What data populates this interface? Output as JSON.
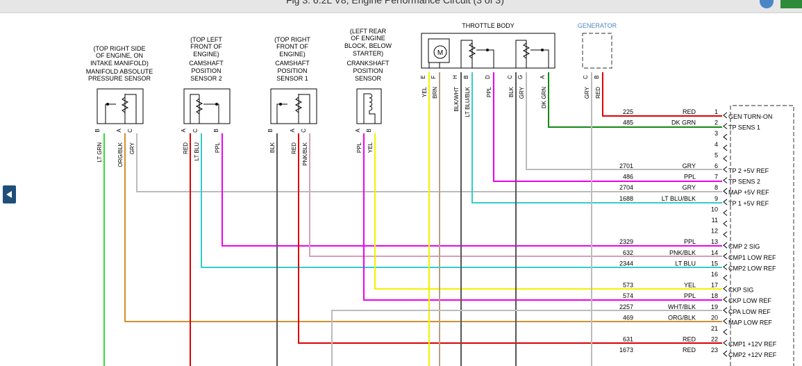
{
  "header": {
    "title": "Fig 3: 6.2L V8, Engine Performance Circuit (3 of 3)"
  },
  "colors": {
    "lt_grn": "#33dd33",
    "org_blk": "#d2902e",
    "gry": "#bbbbbb",
    "red": "#dd0000",
    "lt_blu": "#33cccc",
    "ppl": "#ee00ee",
    "blk": "#555555",
    "pnk_blk": "#d4a0b4",
    "yel": "#f2f200",
    "brn": "#b7a07e",
    "dk_grn": "#118811",
    "wht_blk": "#bbbbbb"
  },
  "components": {
    "map": {
      "label": [
        "(TOP RIGHT SIDE",
        "OF ENGINE, ON",
        "INTAKE MANIFOLD)",
        "MANIFOLD ABSOLUTE",
        "PRESSURE SENSOR"
      ],
      "pins": [
        "B",
        "A",
        "C"
      ],
      "wires": [
        "LT GRN",
        "ORG/BLK",
        "GRY"
      ]
    },
    "cmp2": {
      "label": [
        "(TOP LEFT",
        "FRONT OF",
        "ENGINE)",
        "CAMSHAFT",
        "POSITION",
        "SENSOR 2"
      ],
      "pins": [
        "A",
        "C",
        "B"
      ],
      "wires": [
        "RED",
        "LT BLU",
        "PPL"
      ]
    },
    "cmp1": {
      "label": [
        "(TOP RIGHT",
        "FRONT OF",
        "ENGINE)",
        "CAMSHAFT",
        "POSITION",
        "SENSOR 1"
      ],
      "pins": [
        "B",
        "A",
        "C"
      ],
      "wires": [
        "BLK",
        "RED",
        "PNK/BLK"
      ]
    },
    "ckp": {
      "label": [
        "(LEFT REAR",
        "OF ENGINE",
        "BLOCK, BELOW",
        "STARTER)",
        "CRANKSHAFT",
        "POSITION",
        "SENSOR"
      ],
      "pins": [
        "A",
        "B"
      ],
      "wires": [
        "PPL",
        "YEL"
      ]
    },
    "throttle": {
      "label": "THROTTLE BODY",
      "pins": [
        "E",
        "F",
        "H",
        "B",
        "D",
        "C",
        "G",
        "A"
      ],
      "wires": [
        "YEL",
        "BRN",
        "BLK/WHT",
        "LT BLU/BLK",
        "PPL",
        "BLK",
        "GRY",
        "DK GRN"
      ],
      "motor": "M"
    },
    "generator": {
      "label": "GENERATOR",
      "pins": [
        "C",
        "B"
      ],
      "wires": [
        "GRY",
        "RED"
      ]
    }
  },
  "connector": {
    "pins": [
      {
        "n": "1",
        "circuit": "225",
        "color": "RED",
        "func": "GEN TURN-ON"
      },
      {
        "n": "2",
        "circuit": "485",
        "color": "DK GRN",
        "func": "TP SENS 1"
      },
      {
        "n": "3",
        "circuit": "",
        "color": "",
        "func": ""
      },
      {
        "n": "4",
        "circuit": "",
        "color": "",
        "func": ""
      },
      {
        "n": "5",
        "circuit": "",
        "color": "",
        "func": ""
      },
      {
        "n": "6",
        "circuit": "2701",
        "color": "GRY",
        "func": "TP 2 +5V REF"
      },
      {
        "n": "7",
        "circuit": "486",
        "color": "PPL",
        "func": "TP SENS 2"
      },
      {
        "n": "8",
        "circuit": "2704",
        "color": "GRY",
        "func": "MAP +5V REF"
      },
      {
        "n": "9",
        "circuit": "1688",
        "color": "LT BLU/BLK",
        "func": "TP 1 +5V REF"
      },
      {
        "n": "10",
        "circuit": "",
        "color": "",
        "func": ""
      },
      {
        "n": "11",
        "circuit": "",
        "color": "",
        "func": ""
      },
      {
        "n": "12",
        "circuit": "",
        "color": "",
        "func": ""
      },
      {
        "n": "13",
        "circuit": "2329",
        "color": "PPL",
        "func": "CMP 2 SIG"
      },
      {
        "n": "14",
        "circuit": "632",
        "color": "PNK/BLK",
        "func": "CMP1 LOW REF"
      },
      {
        "n": "15",
        "circuit": "2344",
        "color": "LT BLU",
        "func": "CMP2 LOW REF"
      },
      {
        "n": "16",
        "circuit": "",
        "color": "",
        "func": ""
      },
      {
        "n": "17",
        "circuit": "573",
        "color": "YEL",
        "func": "CKP SIG"
      },
      {
        "n": "18",
        "circuit": "574",
        "color": "PPL",
        "func": "CKP LOW REF"
      },
      {
        "n": "19",
        "circuit": "2257",
        "color": "WHT/BLK",
        "func": "CPA LOW REF"
      },
      {
        "n": "20",
        "circuit": "469",
        "color": "ORG/BLK",
        "func": "MAP LOW REF"
      },
      {
        "n": "21",
        "circuit": "",
        "color": "",
        "func": ""
      },
      {
        "n": "22",
        "circuit": "631",
        "color": "RED",
        "func": "CMP1 +12V REF"
      },
      {
        "n": "23",
        "circuit": "1673",
        "color": "RED",
        "func": "CMP2 +12V REF"
      }
    ]
  }
}
